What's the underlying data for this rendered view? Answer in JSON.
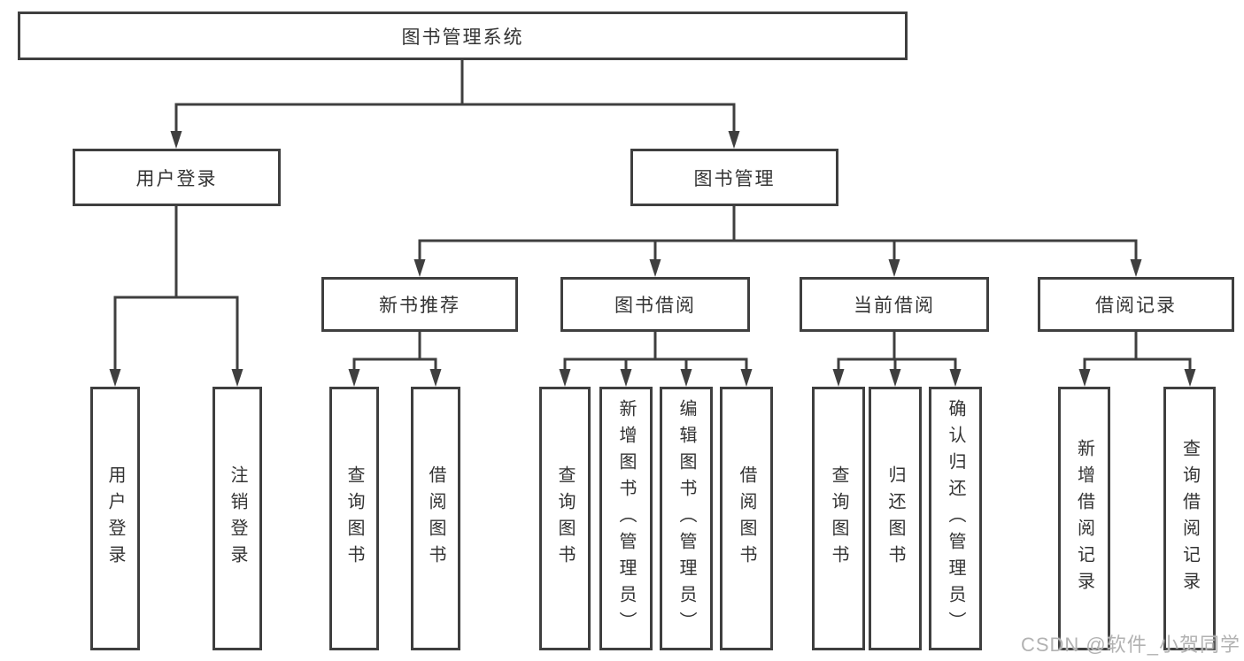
{
  "diagram": {
    "line_color": "#3f3f3f",
    "box_border_color": "#3f3f3f",
    "text_color": "#333333",
    "tree": {
      "label": "图书管理系统",
      "children": [
        {
          "label": "用户登录",
          "children": [
            {
              "label": "用户登录"
            },
            {
              "label": "注销登录"
            }
          ]
        },
        {
          "label": "图书管理",
          "children": [
            {
              "label": "新书推荐",
              "children": [
                {
                  "label": "查询图书"
                },
                {
                  "label": "借阅图书"
                }
              ]
            },
            {
              "label": "图书借阅",
              "children": [
                {
                  "label": "查询图书"
                },
                {
                  "label": "新增图书（管理员）"
                },
                {
                  "label": "编辑图书（管理员）"
                },
                {
                  "label": "借阅图书"
                }
              ]
            },
            {
              "label": "当前借阅",
              "children": [
                {
                  "label": "查询图书"
                },
                {
                  "label": "归还图书"
                },
                {
                  "label": "确认归还（管理员）"
                }
              ]
            },
            {
              "label": "借阅记录",
              "children": [
                {
                  "label": "新增借阅记录"
                },
                {
                  "label": "查询借阅记录"
                }
              ]
            }
          ]
        }
      ]
    }
  },
  "watermark": {
    "text": "CSDN @软件_小贺同学",
    "color": "#b2b2b2"
  }
}
